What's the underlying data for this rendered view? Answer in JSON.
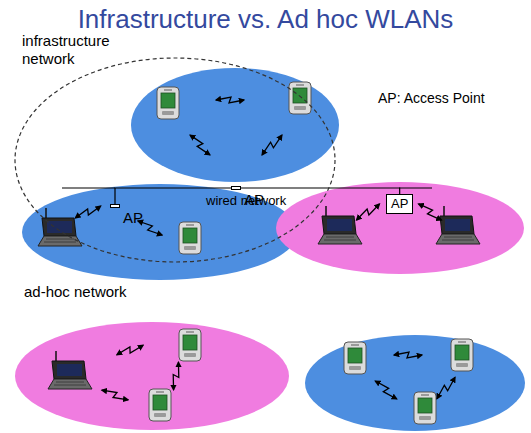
{
  "diagram": {
    "title": "Infrastructure vs. Ad hoc WLANs",
    "nodes": [
      {
        "text": [
          "infrastructure network"
        ]
      },
      {
        "text": [
          "AP"
        ],
        "in": 0
      },
      {
        "text": [
          "AP"
        ],
        "in": 0
      },
      {
        "text": [
          "AP"
        ]
      }
    ],
    "edges": [
      {
        "from": 1,
        "to": 2,
        "arrow": "none"
      },
      {
        "from": 1,
        "to": 3,
        "arrow": "none"
      }
    ],
    "labels": [
      "wired network",
      "AP: Access Point",
      "ad-hoc network"
    ]
  }
}
